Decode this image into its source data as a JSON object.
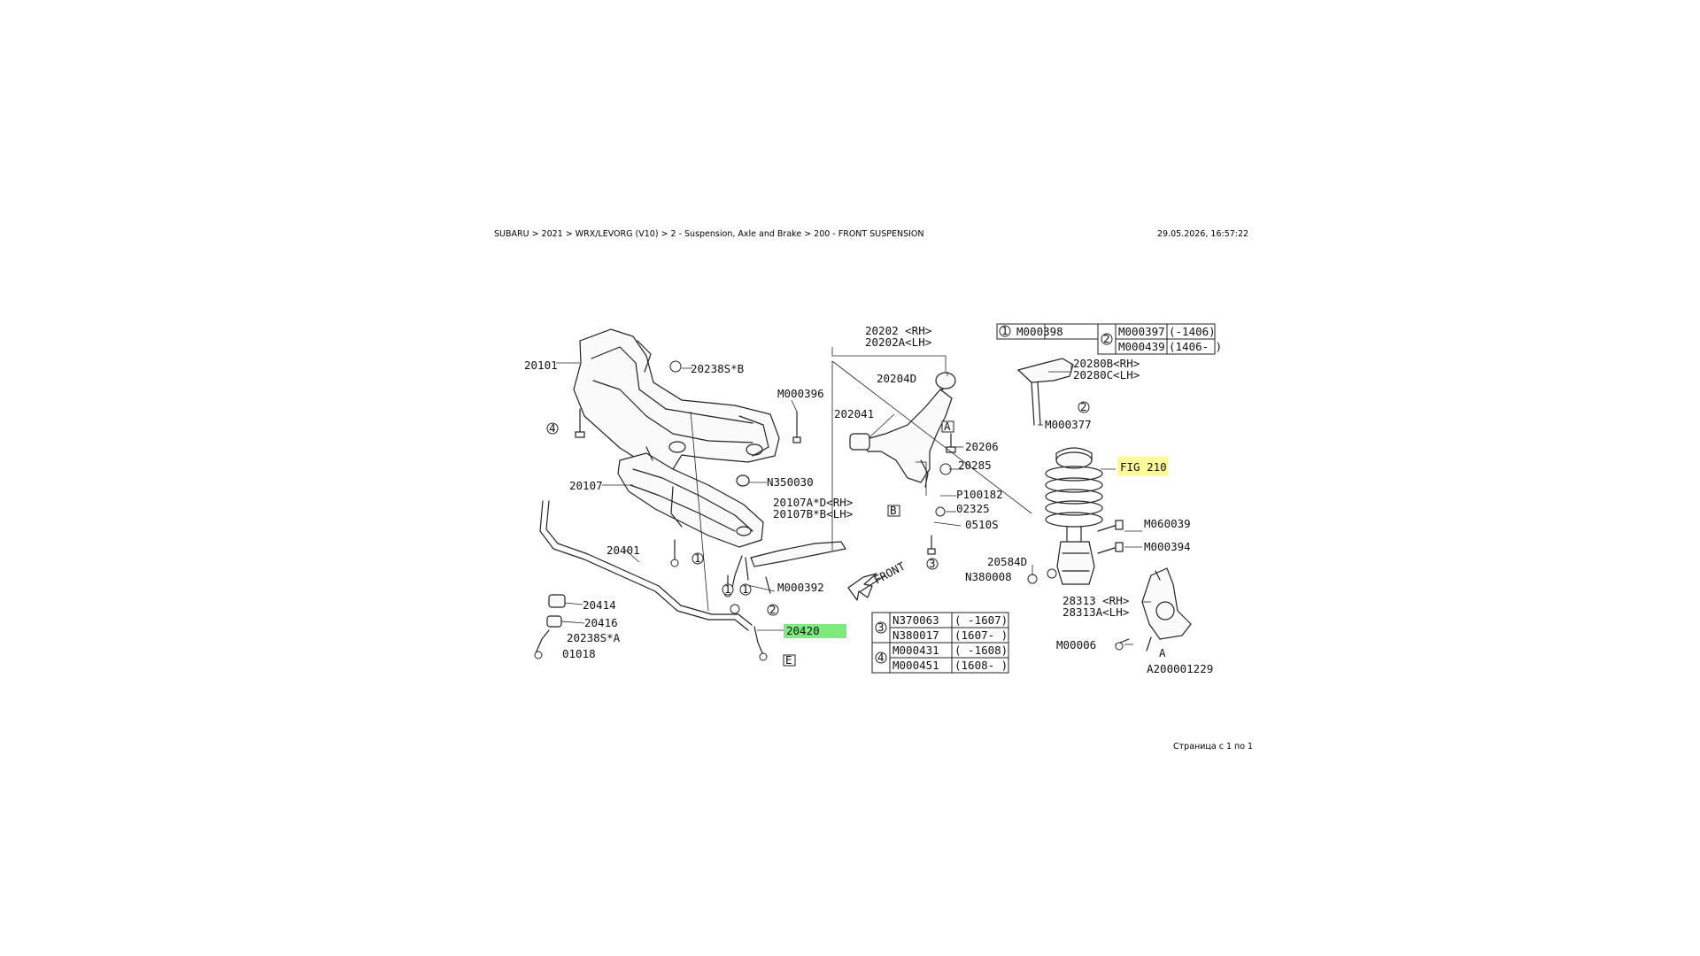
{
  "header": {
    "breadcrumb": "SUBARU > 2021 > WRX/LEVORG (V10) > 2 - Suspension, Axle and Brake > 200 - FRONT SUSPENSION",
    "timestamp": "29.05.2026, 16:57:22"
  },
  "footer": {
    "page_indicator": "Страница с 1 по 1"
  },
  "diagram": {
    "ref_number": "A200001229",
    "highlight_color": "#fff99a",
    "highlight_green": "#7dea7d",
    "front_arrow_label": "FRONT",
    "labels": {
      "p20101": "20101",
      "p20238_b": "20238S*B",
      "m000396": "M000396",
      "n350030": "N350030",
      "p20107": "20107",
      "p20107ab": "20107A*D<RH>",
      "p20107bb": "20107B*B<LH>",
      "p20401": "20401",
      "p20414": "20414",
      "p20416": "20416",
      "p20238_a": "20238S*A",
      "p01018": "01018",
      "m000392": "M000392",
      "p20420": "20420",
      "p20202": "20202 <RH>",
      "p20202a": "20202A<LH>",
      "p20204d": "20204D",
      "p20204i": "202041",
      "p20206": "20206",
      "p20285": "20285",
      "p100182": "P100182",
      "p02325": "02325",
      "p0510s": "0510S",
      "p20280b": "20280B<RH>",
      "p20280c": "20280C<LH>",
      "m000377": "M000377",
      "fig210": "FIG 210",
      "m060039": "M060039",
      "m000394": "M000394",
      "p20584d": "20584D",
      "n380008": "N380008",
      "p28313": "28313 <RH>",
      "p28313a": "28313A<LH>",
      "m00006": "M00006"
    },
    "callouts": {
      "c1": "1",
      "c2": "2",
      "c3": "3",
      "c4": "4",
      "ca": "A",
      "cb": "B",
      "ce": "E"
    },
    "table_top": {
      "row1_code": "M000398",
      "row2_code_a": "M000397",
      "row2_range_a": "(-1406)",
      "row2_code_b": "M000439",
      "row2_range_b": "(1406- )"
    },
    "table_bottom": {
      "r1_code": "N370063",
      "r1_range": "( -1607)",
      "r2_code": "N380017",
      "r2_range": "(1607- )",
      "r3_code": "M000431",
      "r3_range": "( -1608)",
      "r4_code": "M000451",
      "r4_range": "(1608- )"
    }
  }
}
